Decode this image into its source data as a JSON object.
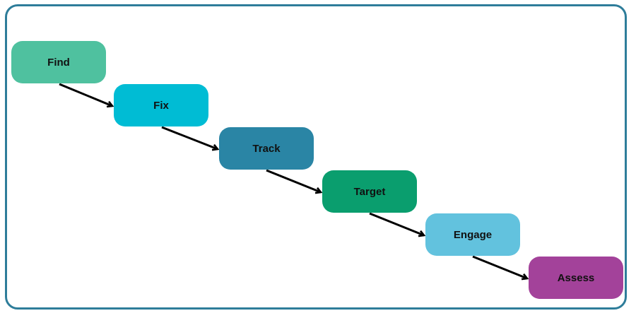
{
  "diagram": {
    "steps": [
      {
        "label": "Find",
        "color": "#4fc19f"
      },
      {
        "label": "Fix",
        "color": "#00bcd4"
      },
      {
        "label": "Track",
        "color": "#2a85a5"
      },
      {
        "label": "Target",
        "color": "#0a9e6e"
      },
      {
        "label": "Engage",
        "color": "#62c2de"
      },
      {
        "label": "Assess",
        "color": "#a3429a"
      }
    ],
    "frame_color": "#2e7d9a",
    "arrow_color": "#000000"
  }
}
